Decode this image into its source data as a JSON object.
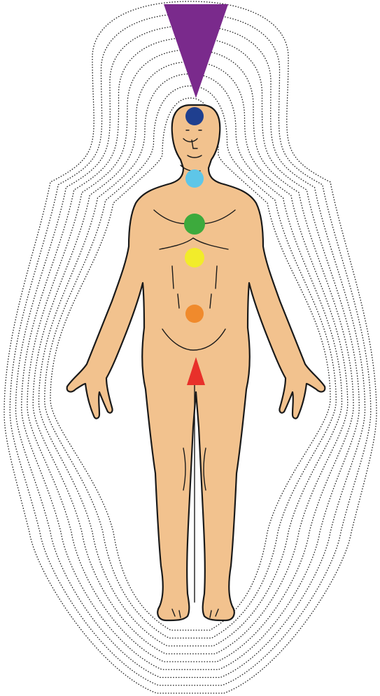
{
  "figure": {
    "background_color": "#ffffff",
    "skin_color": "#F2C28E",
    "outline_color": "#1a1a1a",
    "aura_color": "#222222"
  },
  "crown_beam": {
    "shape": "inverted-triangle",
    "color": "#7A2A8C"
  },
  "chakras": [
    {
      "id": "third-eye",
      "color": "#1F3F8F",
      "shape": "circle"
    },
    {
      "id": "throat",
      "color": "#5EC6E8",
      "shape": "circle"
    },
    {
      "id": "heart",
      "color": "#3DAA3D",
      "shape": "circle"
    },
    {
      "id": "solar-plexus",
      "color": "#F2EC2A",
      "shape": "circle"
    },
    {
      "id": "sacral",
      "color": "#F08A2C",
      "shape": "circle"
    },
    {
      "id": "root",
      "color": "#E8302A",
      "shape": "triangle"
    }
  ],
  "aura": {
    "rings": 9,
    "line_style": "dotted"
  }
}
